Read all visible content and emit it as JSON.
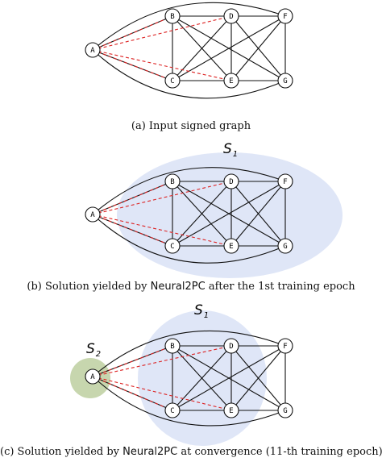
{
  "nodes": [
    "A",
    "B",
    "C",
    "D",
    "E",
    "F",
    "G"
  ],
  "edges": {
    "positive": [
      [
        "A",
        "B"
      ],
      [
        "A",
        "C"
      ],
      [
        "B",
        "D"
      ],
      [
        "D",
        "F"
      ],
      [
        "C",
        "E"
      ],
      [
        "E",
        "G"
      ],
      [
        "B",
        "C"
      ],
      [
        "D",
        "E"
      ],
      [
        "F",
        "G"
      ],
      [
        "B",
        "E"
      ],
      [
        "C",
        "D"
      ],
      [
        "D",
        "G"
      ],
      [
        "E",
        "F"
      ],
      [
        "B",
        "G"
      ],
      [
        "C",
        "F"
      ]
    ],
    "negative": [
      [
        "A",
        "D"
      ],
      [
        "A",
        "E"
      ]
    ],
    "outer_curved": [
      [
        "A",
        "F"
      ],
      [
        "A",
        "G"
      ]
    ]
  },
  "colors": {
    "positive": "#111111",
    "negative": "#dd2222",
    "set_s1": "#c5d2f0",
    "set_s2": "#b9cc9a",
    "node_fill": "#ffffff"
  },
  "panels": [
    {
      "caption_parts": {
        "pre": "(a) Input signed graph",
        "model": "",
        "post": ""
      },
      "sets": []
    },
    {
      "caption_parts": {
        "pre": "(b) Solution yielded by ",
        "model": "Neural2PC",
        "post": " after the 1st training epoch"
      },
      "sets": [
        {
          "letter": "S",
          "sub": "1",
          "members": [
            "B",
            "C",
            "D",
            "E",
            "F",
            "G"
          ]
        }
      ]
    },
    {
      "caption_parts": {
        "pre": "(c) Solution yielded by ",
        "model": "Neural2PC",
        "post": " at convergence (11-th training epoch)"
      },
      "sets": [
        {
          "letter": "S",
          "sub": "1",
          "members": [
            "B",
            "C",
            "D",
            "E"
          ]
        },
        {
          "letter": "S",
          "sub": "2",
          "members": [
            "A"
          ]
        }
      ]
    }
  ]
}
